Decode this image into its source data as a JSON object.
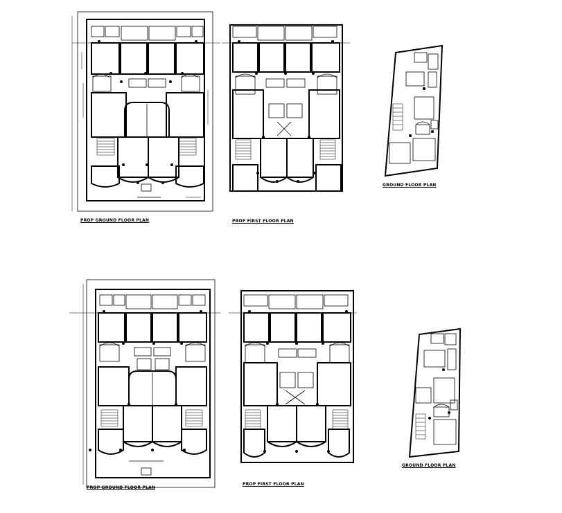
{
  "drawing": {
    "ink_color": "#000000",
    "paper_color": "#ffffff",
    "captions": {
      "top_ground_floor": "PROP GROUND FLOOR PLAN",
      "top_first_floor": "PROP FIRST FLOOR PLAN",
      "top_small_ground_floor": "GROUND FLOOR PLAN",
      "bottom_ground_floor": "PROP GROUND FLOOR PLAN",
      "bottom_first_floor": "PROP FIRST FLOOR PLAN",
      "bottom_small_ground_floor": "GROUND FLOOR PLAN"
    }
  }
}
